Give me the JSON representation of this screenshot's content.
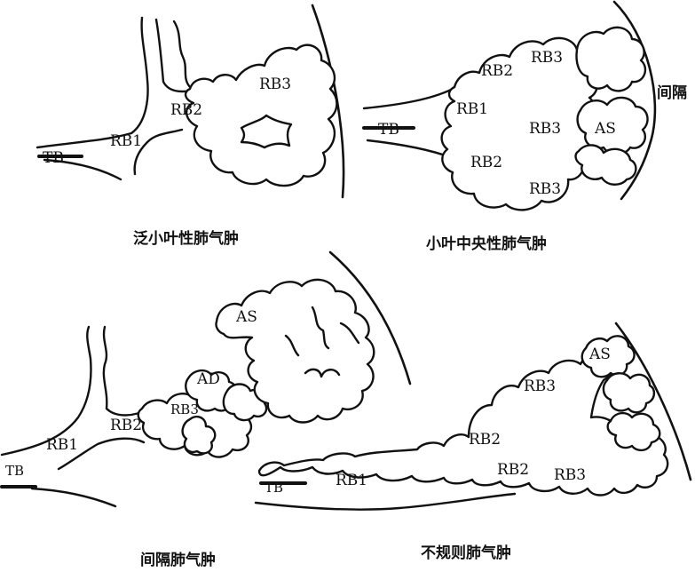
{
  "panels": [
    {
      "caption": "泛小叶性肺气肿",
      "labels": [
        "TB",
        "RB1",
        "RB2",
        "RB3"
      ]
    },
    {
      "caption": "小叶中央性肺气肿",
      "labels": [
        "TB",
        "RB1",
        "RB2",
        "RB3",
        "RB3",
        "RB2",
        "RB3",
        "AS"
      ],
      "side_label": "间隔"
    },
    {
      "caption": "间隔肺气肿",
      "labels": [
        "TB",
        "RB1",
        "RB2",
        "RB3",
        "AD",
        "AS"
      ]
    },
    {
      "caption": "不规则肺气肿",
      "labels": [
        "TB",
        "RB1",
        "RB2",
        "RB2",
        "RB3",
        "RB3",
        "AS"
      ]
    }
  ]
}
